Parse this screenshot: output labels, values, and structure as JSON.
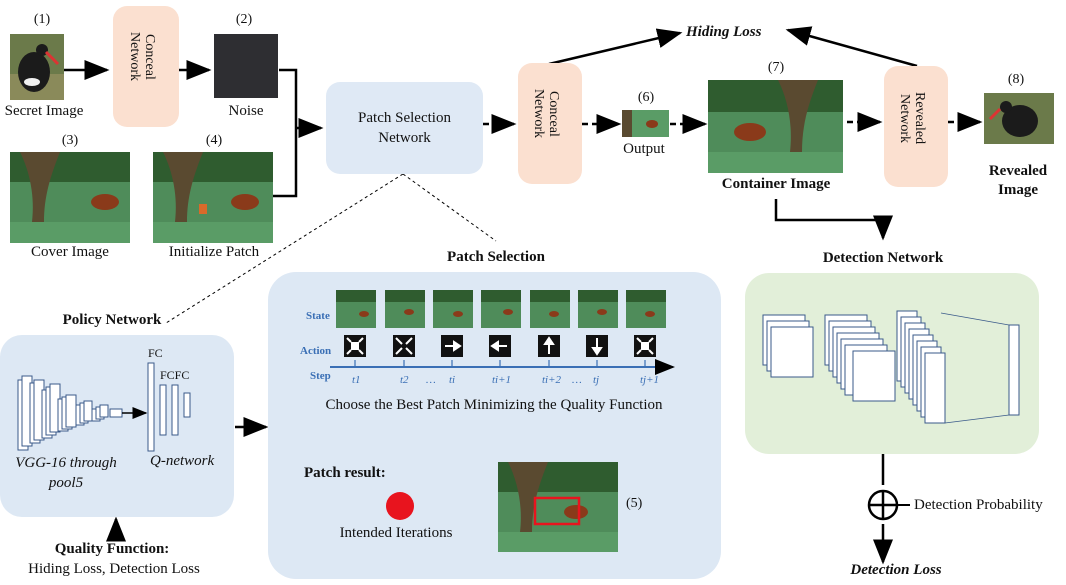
{
  "title": "",
  "labels": {
    "secret_num": "(1)",
    "secret": "Secret Image",
    "noise_num": "(2)",
    "noise": "Noise",
    "cover_num": "(3)",
    "cover": "Cover Image",
    "init_num": "(4)",
    "init": "Initialize Patch",
    "patch_sel_net": "Patch Selection\nNetwork",
    "conceal_1": "Conceal\nNetwork",
    "conceal_2": "Conceal\nNetwork",
    "output_num": "(6)",
    "output": "Output",
    "container_num": "(7)",
    "container": "Container Image",
    "revealed_net": "Revealed\nNetwork",
    "revealed_num": "(8)",
    "revealed": "Revealed\nImage",
    "hiding_loss": "Hiding Loss",
    "patch_selection": "Patch Selection",
    "detection_network": "Detection Network",
    "policy_network": "Policy Network",
    "state": "State",
    "action": "Action",
    "step": "Step",
    "steps": [
      "t1",
      "t2",
      "…",
      "ti",
      "ti+1",
      "ti+2",
      "…",
      "tj",
      "tj+1"
    ],
    "choose": "Choose the Best Patch Minimizing the Quality Function",
    "patch_result": "Patch result:",
    "intended": "Intended Iterations",
    "patch_num": "(5)",
    "fc1": "FC",
    "fc2": "FCFC",
    "vgg": "VGG-16 through\npool5",
    "qnet": "Q-network",
    "quality": "Quality Function:",
    "quality_items": "Hiding Loss, Detection Loss",
    "detection_prob": "Detection Probability",
    "detection_loss": "Detection Loss"
  },
  "colors": {
    "peach": "#fbe0d0",
    "light_blue": "#dfe9f5",
    "panel_blue": "#dde8f4",
    "panel_green": "#e2efd9",
    "red": "#e8141e",
    "step_blue": "#3a6fb5"
  },
  "icons": [
    "bird-photo",
    "cow-photo",
    "noise-square",
    "arrow-icons"
  ]
}
